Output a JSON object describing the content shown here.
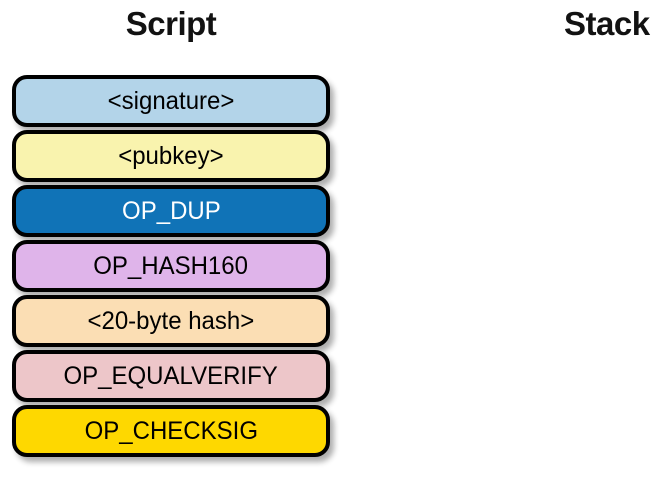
{
  "titles": {
    "script": "Script",
    "stack": "Stack"
  },
  "script_items": [
    {
      "label": "<signature>",
      "bg": "#b3d4e9",
      "fg": "#000000"
    },
    {
      "label": "<pubkey>",
      "bg": "#f9f3ae",
      "fg": "#000000"
    },
    {
      "label": "OP_DUP",
      "bg": "#1073b7",
      "fg": "#ffffff"
    },
    {
      "label": "OP_HASH160",
      "bg": "#dfb4ea",
      "fg": "#000000"
    },
    {
      "label": "<20-byte hash>",
      "bg": "#fbdeb4",
      "fg": "#000000"
    },
    {
      "label": "OP_EQUALVERIFY",
      "bg": "#edc6c9",
      "fg": "#000000"
    },
    {
      "label": "OP_CHECKSIG",
      "bg": "#fed800",
      "fg": "#000000"
    }
  ],
  "stack_items": [],
  "colors": {
    "border": "#000000",
    "background": "#ffffff",
    "title_text": "#121212"
  }
}
